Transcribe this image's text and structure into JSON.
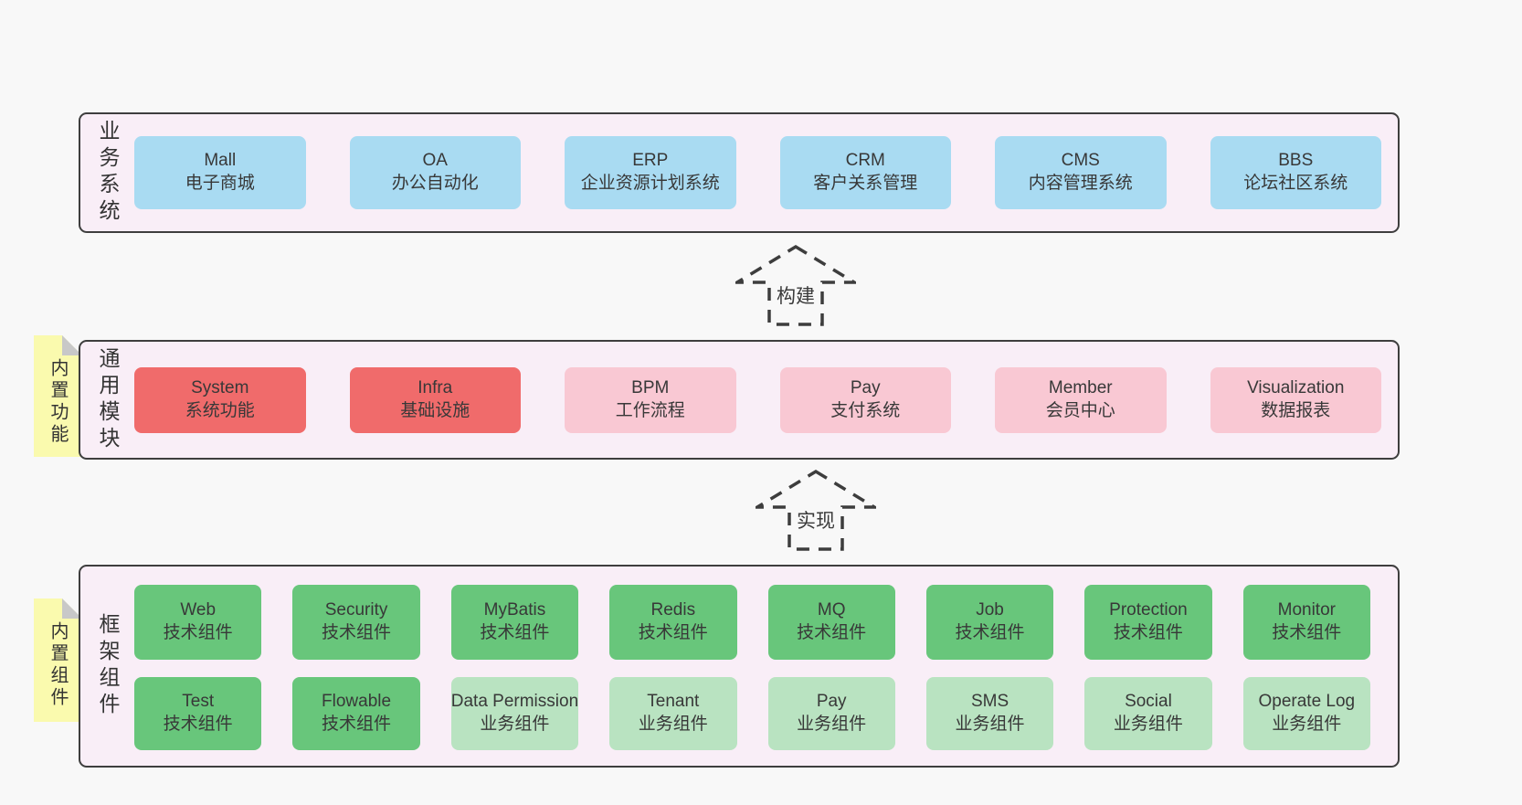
{
  "colors": {
    "page_bg": "#f8f8f8",
    "panel_bg": "#f9eef7",
    "panel_border": "#3e3e3e",
    "blue_box": "#a9dbf2",
    "red_box": "#f06b6b",
    "pink_box": "#f9c8d3",
    "green_box": "#68c67b",
    "light_green_box": "#b9e3c1",
    "sticky_yellow": "#fafaae",
    "sticky_fold": "#c8c8c8",
    "text": "#333333"
  },
  "arrows": [
    {
      "label": "构建"
    },
    {
      "label": "实现"
    }
  ],
  "sections": [
    {
      "label": "业务系统",
      "rows": [
        [
          {
            "title": "Mall",
            "subtitle": "电子商城"
          },
          {
            "title": "OA",
            "subtitle": "办公自动化"
          },
          {
            "title": "ERP",
            "subtitle": "企业资源计划系统"
          },
          {
            "title": "CRM",
            "subtitle": "客户关系管理"
          },
          {
            "title": "CMS",
            "subtitle": "内容管理系统"
          },
          {
            "title": "BBS",
            "subtitle": "论坛社区系统"
          }
        ]
      ]
    },
    {
      "label": "通用模块",
      "sticky": "内置功能",
      "rows": [
        [
          {
            "title": "System",
            "subtitle": "系统功能"
          },
          {
            "title": "Infra",
            "subtitle": "基础设施"
          },
          {
            "title": "BPM",
            "subtitle": "工作流程"
          },
          {
            "title": "Pay",
            "subtitle": "支付系统"
          },
          {
            "title": "Member",
            "subtitle": "会员中心"
          },
          {
            "title": "Visualization",
            "subtitle": "数据报表"
          }
        ]
      ]
    },
    {
      "label": "框架组件",
      "sticky": "内置组件",
      "rows": [
        [
          {
            "title": "Web",
            "subtitle": "技术组件"
          },
          {
            "title": "Security",
            "subtitle": "技术组件"
          },
          {
            "title": "MyBatis",
            "subtitle": "技术组件"
          },
          {
            "title": "Redis",
            "subtitle": "技术组件"
          },
          {
            "title": "MQ",
            "subtitle": "技术组件"
          },
          {
            "title": "Job",
            "subtitle": "技术组件"
          },
          {
            "title": "Protection",
            "subtitle": "技术组件"
          },
          {
            "title": "Monitor",
            "subtitle": "技术组件"
          }
        ],
        [
          {
            "title": "Test",
            "subtitle": "技术组件"
          },
          {
            "title": "Flowable",
            "subtitle": "技术组件"
          },
          {
            "title": "Data Permission",
            "subtitle": "业务组件"
          },
          {
            "title": "Tenant",
            "subtitle": "业务组件"
          },
          {
            "title": "Pay",
            "subtitle": "业务组件"
          },
          {
            "title": "SMS",
            "subtitle": "业务组件"
          },
          {
            "title": "Social",
            "subtitle": "业务组件"
          },
          {
            "title": "Operate Log",
            "subtitle": "业务组件"
          }
        ]
      ]
    }
  ]
}
